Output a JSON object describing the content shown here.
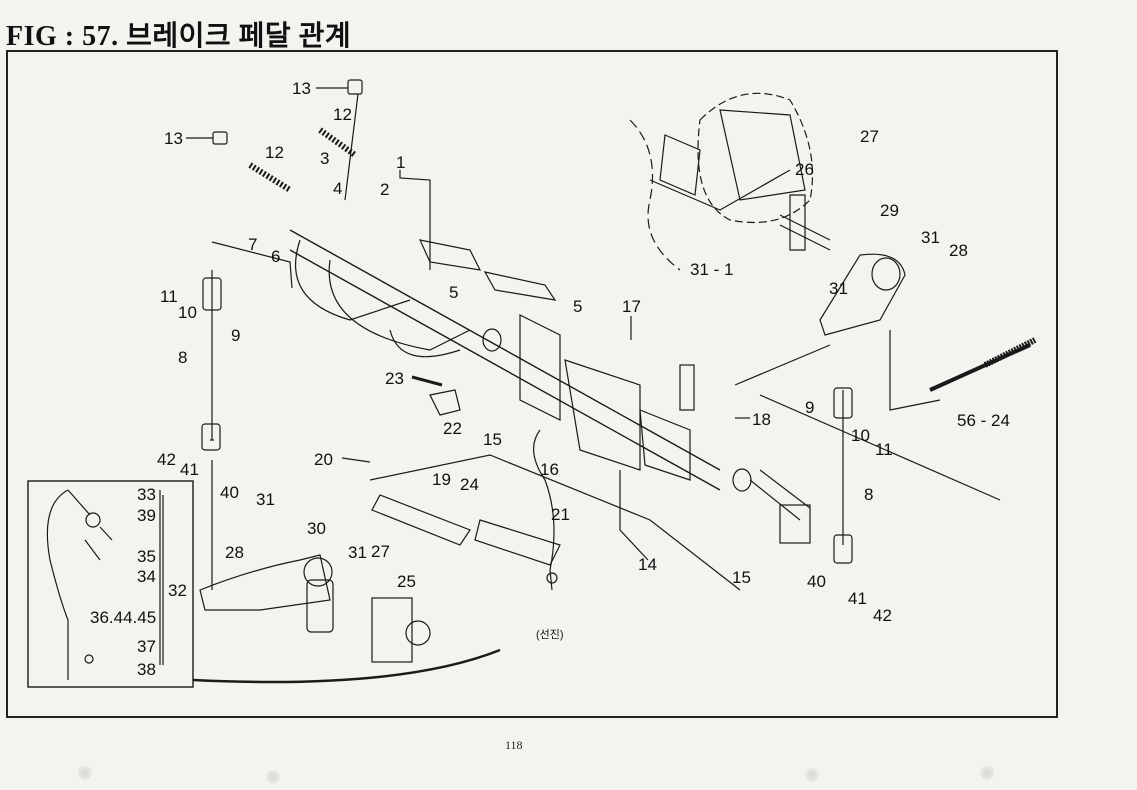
{
  "figure": {
    "title": "FIG : 57.  브레이크 페달 관계",
    "page_number": "118"
  },
  "callouts": [
    {
      "id": "c13a",
      "label": "13"
    },
    {
      "id": "c12a",
      "label": "12"
    },
    {
      "id": "c13b",
      "label": "13"
    },
    {
      "id": "c12b",
      "label": "12"
    },
    {
      "id": "c3",
      "label": "3"
    },
    {
      "id": "c1",
      "label": "1"
    },
    {
      "id": "c2",
      "label": "2"
    },
    {
      "id": "c4",
      "label": "4"
    },
    {
      "id": "c7",
      "label": "7"
    },
    {
      "id": "c6",
      "label": "6"
    },
    {
      "id": "c11a",
      "label": "11"
    },
    {
      "id": "c10a",
      "label": "10"
    },
    {
      "id": "c9a",
      "label": "9"
    },
    {
      "id": "c8a",
      "label": "8"
    },
    {
      "id": "c5a",
      "label": "5"
    },
    {
      "id": "c5b",
      "label": "5"
    },
    {
      "id": "c17",
      "label": "17"
    },
    {
      "id": "c23",
      "label": "23"
    },
    {
      "id": "c22",
      "label": "22"
    },
    {
      "id": "c15a",
      "label": "15"
    },
    {
      "id": "c16",
      "label": "16"
    },
    {
      "id": "c18",
      "label": "18"
    },
    {
      "id": "c42a",
      "label": "42"
    },
    {
      "id": "c41a",
      "label": "41"
    },
    {
      "id": "c40a",
      "label": "40"
    },
    {
      "id": "c20",
      "label": "20"
    },
    {
      "id": "c19",
      "label": "19"
    },
    {
      "id": "c24",
      "label": "24"
    },
    {
      "id": "c21",
      "label": "21"
    },
    {
      "id": "c14",
      "label": "14"
    },
    {
      "id": "c15b",
      "label": "15"
    },
    {
      "id": "c31a",
      "label": "31"
    },
    {
      "id": "c28a",
      "label": "28"
    },
    {
      "id": "c30",
      "label": "30"
    },
    {
      "id": "c31b",
      "label": "31"
    },
    {
      "id": "c27a",
      "label": "27"
    },
    {
      "id": "c25",
      "label": "25"
    },
    {
      "id": "c33",
      "label": "33"
    },
    {
      "id": "c39",
      "label": "39"
    },
    {
      "id": "c35",
      "label": "35"
    },
    {
      "id": "c34",
      "label": "34"
    },
    {
      "id": "c32",
      "label": "32"
    },
    {
      "id": "c364445",
      "label": "36.44.45"
    },
    {
      "id": "c37",
      "label": "37"
    },
    {
      "id": "c38",
      "label": "38"
    },
    {
      "id": "c27b",
      "label": "27"
    },
    {
      "id": "c26",
      "label": "26"
    },
    {
      "id": "c29",
      "label": "29"
    },
    {
      "id": "c31c",
      "label": "31"
    },
    {
      "id": "c28b",
      "label": "28"
    },
    {
      "id": "c31d",
      "label": "31"
    },
    {
      "id": "c311",
      "label": "31 - 1"
    },
    {
      "id": "c9b",
      "label": "9"
    },
    {
      "id": "c10b",
      "label": "10"
    },
    {
      "id": "c11b",
      "label": "11"
    },
    {
      "id": "c5624",
      "label": "56 - 24"
    },
    {
      "id": "c8b",
      "label": "8"
    },
    {
      "id": "c40b",
      "label": "40"
    },
    {
      "id": "c41b",
      "label": "41"
    },
    {
      "id": "c42b",
      "label": "42"
    }
  ],
  "annotations": {
    "cable_note": "(선진)"
  }
}
